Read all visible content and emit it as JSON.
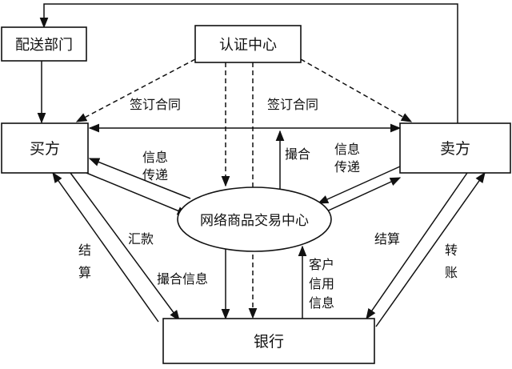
{
  "nodes": {
    "delivery": "配送部门",
    "cert": "认证中心",
    "buyer": "买方",
    "seller": "卖方",
    "center": "网络商品交易中心",
    "bank": "银行"
  },
  "labels": {
    "contract_left": "签订合同",
    "contract_right": "签订合同",
    "info_left": [
      "信息",
      "传递"
    ],
    "info_right": [
      "信息",
      "传递"
    ],
    "match": "撮合",
    "remit": "汇款",
    "settle_left": [
      "结",
      "算"
    ],
    "match_info": "撮合信息",
    "credit": [
      "客户",
      "信用",
      "信息"
    ],
    "settle_right": "结算",
    "transfer": [
      "转",
      "账"
    ]
  },
  "colors": {
    "line": "#111111",
    "background": "#ffffff"
  }
}
